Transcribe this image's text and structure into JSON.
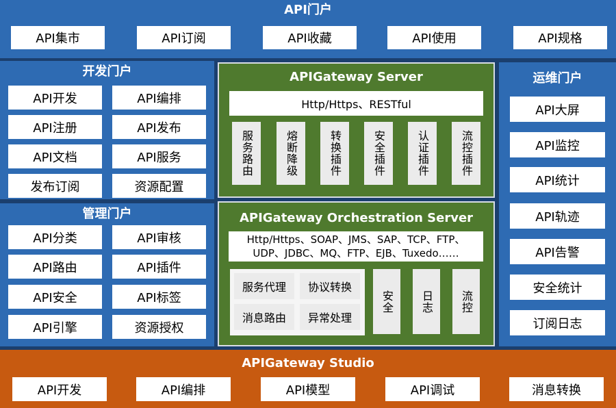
{
  "top": {
    "title": "API门户",
    "items": [
      "API集市",
      "API订阅",
      "API收藏",
      "API使用",
      "API规格"
    ]
  },
  "dev_portal": {
    "title": "开发门户",
    "items": [
      "API开发",
      "API编排",
      "API注册",
      "API发布",
      "API文档",
      "API服务",
      "发布订阅",
      "资源配置"
    ]
  },
  "mgmt_portal": {
    "title": "管理门户",
    "items": [
      "API分类",
      "API审核",
      "API路由",
      "API插件",
      "API安全",
      "API标签",
      "API引擎",
      "资源授权"
    ]
  },
  "server": {
    "title": "APIGateway Server",
    "protocols": "Http/Https、RESTful",
    "plugins": [
      "服务路由",
      "熔断降级",
      "转换插件",
      "安全插件",
      "认证插件",
      "流控插件"
    ]
  },
  "orchestration": {
    "title": "APIGateway Orchestration Server",
    "protocols_line1": "Http/Https、SOAP、JMS、SAP、TCP、FTP、",
    "protocols_line2": "UDP、JDBC、MQ、FTP、EJB、Tuxedo……",
    "functions": [
      "服务代理",
      "协议转换",
      "消息路由",
      "异常处理"
    ],
    "side": [
      "安全",
      "日志",
      "流控"
    ]
  },
  "ops_portal": {
    "title": "运维门户",
    "items": [
      "API大屏",
      "API监控",
      "API统计",
      "API轨迹",
      "API告警",
      "安全统计",
      "订阅日志"
    ]
  },
  "studio": {
    "title": "APIGateway Studio",
    "items": [
      "API开发",
      "API编排",
      "API模型",
      "API调试",
      "消息转换"
    ]
  }
}
